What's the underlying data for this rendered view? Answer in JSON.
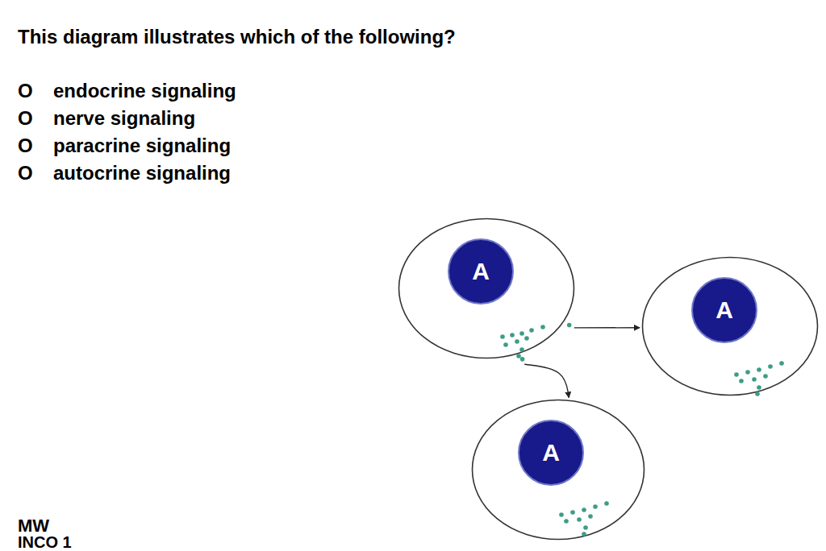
{
  "diagram": {
    "title": "This diagram illustrates which of the following?",
    "nodes": [
      {
        "text": [
          "A"
        ]
      },
      {
        "text": [
          "A"
        ]
      },
      {
        "text": [
          "A"
        ]
      }
    ],
    "edges": [
      {
        "from": 0,
        "to": 1,
        "arrow": "to"
      },
      {
        "from": 0,
        "to": 2,
        "arrow": "to"
      }
    ],
    "labels": [
      "O",
      "endocrine signaling",
      "O",
      "nerve signaling",
      "O",
      "paracrine signaling",
      "O",
      "autocrine signaling",
      "MW",
      "INCO 1"
    ]
  }
}
